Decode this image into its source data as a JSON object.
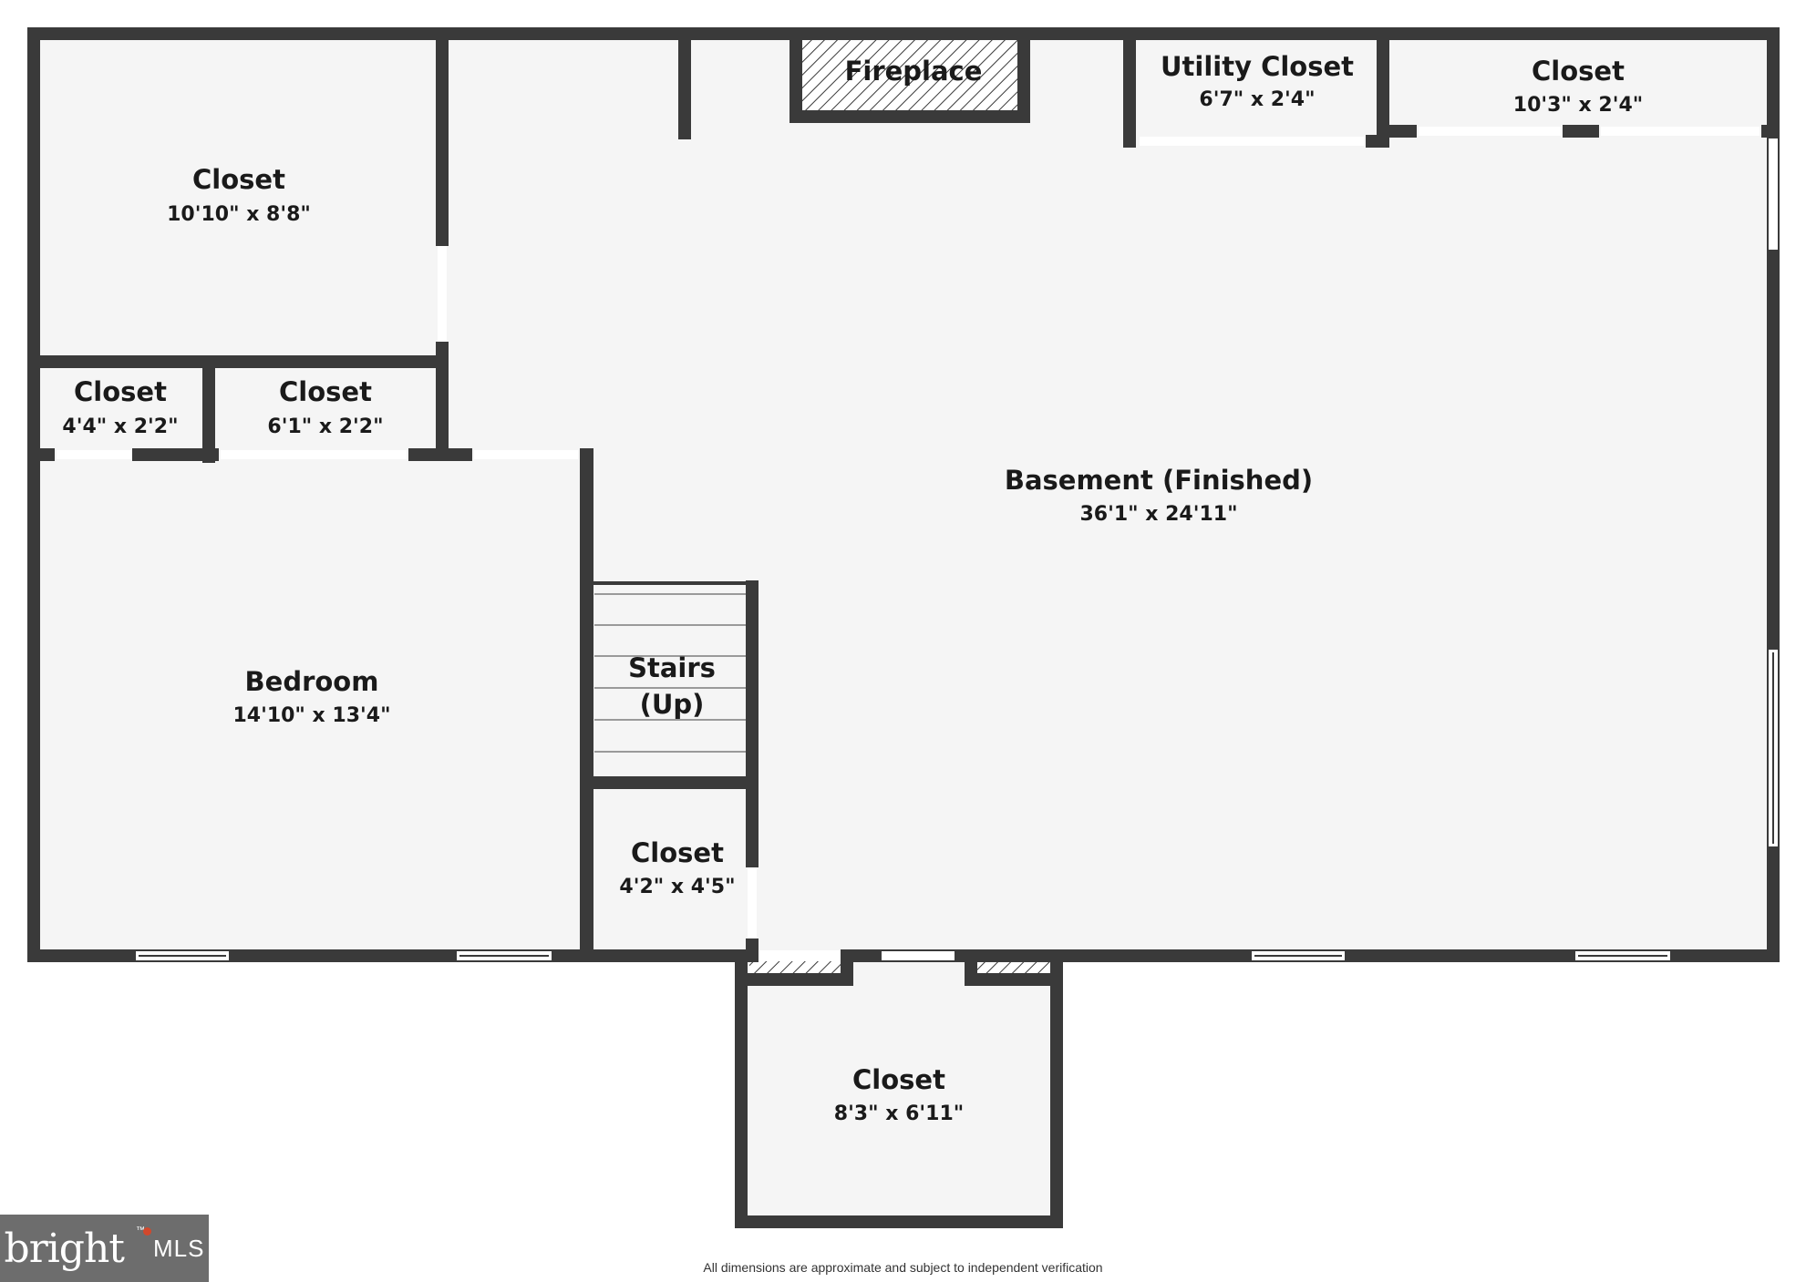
{
  "rooms": {
    "closet_top_left": {
      "name": "Closet",
      "dims": "10'10\" x 8'8\""
    },
    "closet_small_a": {
      "name": "Closet",
      "dims": "4'4\" x 2'2\""
    },
    "closet_small_b": {
      "name": "Closet",
      "dims": "6'1\" x 2'2\""
    },
    "bedroom": {
      "name": "Bedroom",
      "dims": "14'10\" x 13'4\""
    },
    "stairs": {
      "name_line1": "Stairs",
      "name_line2": "(Up)"
    },
    "closet_under_stairs": {
      "name": "Closet",
      "dims": "4'2\" x 4'5\""
    },
    "fireplace": {
      "name": "Fireplace"
    },
    "utility_closet": {
      "name": "Utility Closet",
      "dims": "6'7\" x 2'4\""
    },
    "closet_top_right": {
      "name": "Closet",
      "dims": "10'3\" x 2'4\""
    },
    "basement": {
      "name": "Basement (Finished)",
      "dims": "36'1\" x 24'11\""
    },
    "closet_bottom": {
      "name": "Closet",
      "dims": "8'3\" x 6'11\""
    }
  },
  "disclaimer": "All dimensions are approximate and subject to independent verification",
  "logo": {
    "brand": "bright",
    "tm": "™",
    "suffix": "MLS"
  },
  "colors": {
    "wall": "#3a3a3a",
    "floor": "#f5f5f5",
    "logo_bg": "#6d6d6d",
    "logo_accent": "#d2482c"
  }
}
